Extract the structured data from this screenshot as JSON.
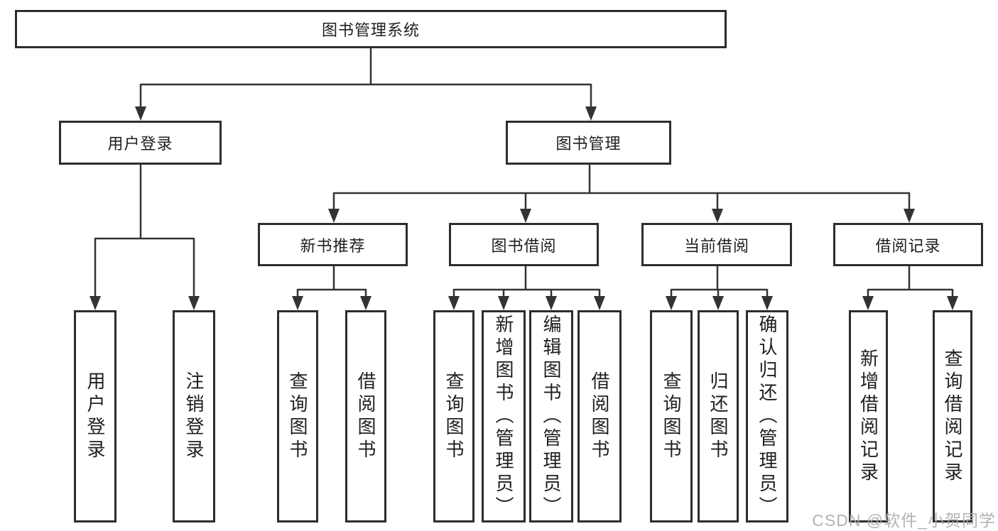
{
  "diagram": {
    "root": {
      "label": "图书管理系统"
    },
    "branches": [
      {
        "label": "用户登录",
        "leaves": [
          {
            "label": "用户登录"
          },
          {
            "label": "注销登录"
          }
        ]
      },
      {
        "label": "图书管理",
        "groups": [
          {
            "label": "新书推荐",
            "leaves": [
              {
                "label": "查询图书"
              },
              {
                "label": "借阅图书"
              }
            ]
          },
          {
            "label": "图书借阅",
            "leaves": [
              {
                "label": "查询图书"
              },
              {
                "label": "新增图书（管理员）"
              },
              {
                "label": "编辑图书（管理员）"
              },
              {
                "label": "借阅图书"
              }
            ]
          },
          {
            "label": "当前借阅",
            "leaves": [
              {
                "label": "查询图书"
              },
              {
                "label": "归还图书"
              },
              {
                "label": "确认归还（管理员）"
              }
            ]
          },
          {
            "label": "借阅记录",
            "leaves": [
              {
                "label": "新增借阅记录"
              },
              {
                "label": "查询借阅记录"
              }
            ]
          }
        ]
      }
    ]
  },
  "watermark": {
    "text": "CSDN @软件_小贺同学"
  },
  "colors": {
    "line": "#333333",
    "box_border": "#2d2d2d",
    "text": "#1f1f1f",
    "watermark": "#ababab",
    "background": "#ffffff"
  }
}
